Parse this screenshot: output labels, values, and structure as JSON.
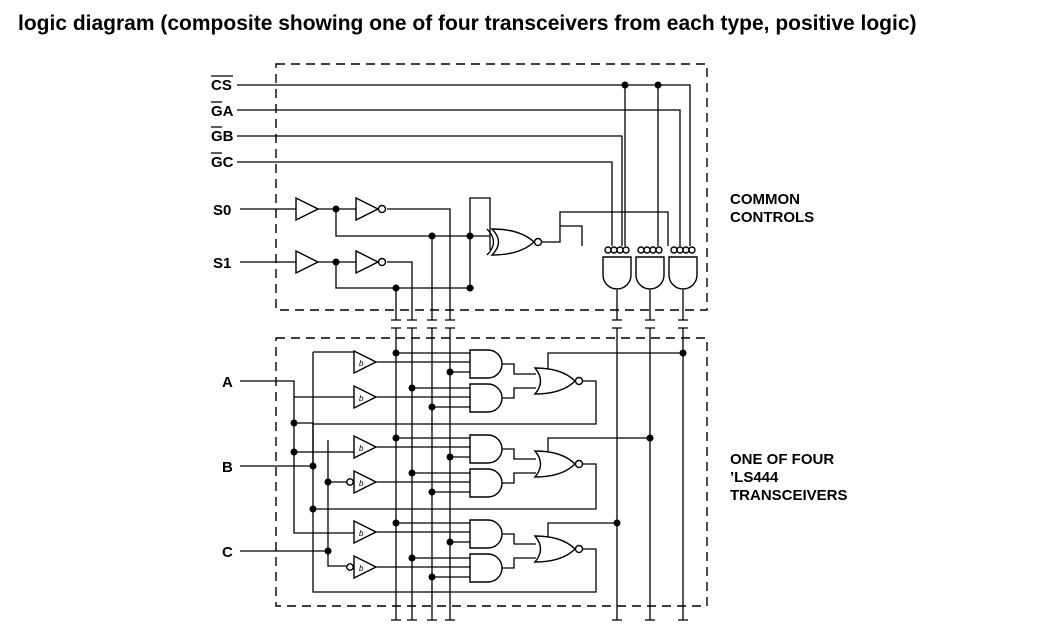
{
  "title": "logic diagram (composite showing one of four transceivers from each type, positive logic)",
  "inputs": {
    "cs": "CS",
    "ga": "GA",
    "gb": "GB",
    "gc": "GC",
    "s0": "S0",
    "s1": "S1",
    "a": "A",
    "b": "B",
    "c": "C"
  },
  "labels": {
    "common_controls": [
      "COMMON",
      "CONTROLS"
    ],
    "transceivers": [
      "ONE OF FOUR",
      "’LS444",
      "TRANSCEIVERS"
    ]
  },
  "colors": {
    "ink": "#000000",
    "background": "#ffffff"
  }
}
